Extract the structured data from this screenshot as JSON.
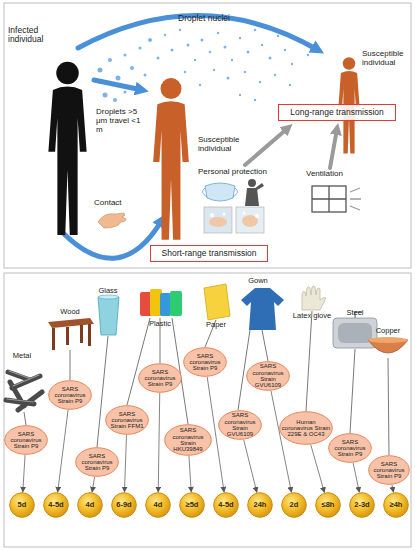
{
  "diagram": {
    "nodes": [
      {
        "text": [
          "Long-range transmission"
        ]
      },
      {
        "text": [
          "Short-range transmission"
        ]
      },
      {
        "text": [
          "SARS coronavirus Strain P9"
        ]
      },
      {
        "text": [
          "SARS coronavirus Strain P9"
        ]
      },
      {
        "text": [
          "SARS coronavirus Strain P9"
        ]
      },
      {
        "text": [
          "SARS coronavirus Strain FFM1"
        ]
      },
      {
        "text": [
          "SARS coronavirus Strain P9"
        ]
      },
      {
        "text": [
          "SARS coronavirus Strain HKU39849"
        ]
      },
      {
        "text": [
          "SARS coronavirus Strain P9"
        ]
      },
      {
        "text": [
          "SARS coronavirus Strain GVU6109"
        ]
      },
      {
        "text": [
          "SARS coronavirus Strain GVU6109"
        ]
      },
      {
        "text": [
          "Human coronavirus Strain 229E & OC43"
        ]
      },
      {
        "text": [
          "SARS coronavirus Strain P9"
        ]
      },
      {
        "text": [
          "SARS coronavirus Strain P9"
        ]
      },
      {
        "text": [
          "5d"
        ]
      },
      {
        "text": [
          "4-5d"
        ]
      },
      {
        "text": [
          "4d"
        ]
      },
      {
        "text": [
          "6-9d"
        ]
      },
      {
        "text": [
          "4d"
        ]
      },
      {
        "text": [
          "≥5d"
        ]
      },
      {
        "text": [
          "4-5d"
        ]
      },
      {
        "text": [
          "24h"
        ]
      },
      {
        "text": [
          "2d"
        ]
      },
      {
        "text": [
          "≤8h"
        ]
      },
      {
        "text": [
          "2-3d"
        ]
      },
      {
        "text": [
          "≥4h"
        ]
      }
    ],
    "edges": [
      {
        "from": 2,
        "to": 14,
        "arrow": "to"
      },
      {
        "from": 3,
        "to": 15,
        "arrow": "to"
      },
      {
        "from": 4,
        "to": 16,
        "arrow": "to"
      },
      {
        "from": 5,
        "to": 17,
        "arrow": "to"
      },
      {
        "from": 6,
        "to": 18,
        "arrow": "to"
      },
      {
        "from": 7,
        "to": 19,
        "arrow": "to"
      },
      {
        "from": 8,
        "to": 20,
        "arrow": "to"
      },
      {
        "from": 9,
        "to": 21,
        "arrow": "to"
      },
      {
        "from": 10,
        "to": 22,
        "arrow": "to"
      },
      {
        "from": 11,
        "to": 23,
        "arrow": "to"
      },
      {
        "from": 12,
        "to": 24,
        "arrow": "to"
      },
      {
        "from": 13,
        "to": 25,
        "arrow": "to"
      }
    ],
    "labels": [
      "Infected individual",
      "Droplet nuclei",
      "Susceptible individual",
      "Droplets >5 μm travel <1 m",
      "Susceptible individual",
      "Contact",
      "Personal protection",
      "Ventilation",
      "Metal",
      "Wood",
      "Glass",
      "Plastic",
      "Paper",
      "Gown",
      "Latex glove",
      "Steel",
      "Copper"
    ]
  }
}
